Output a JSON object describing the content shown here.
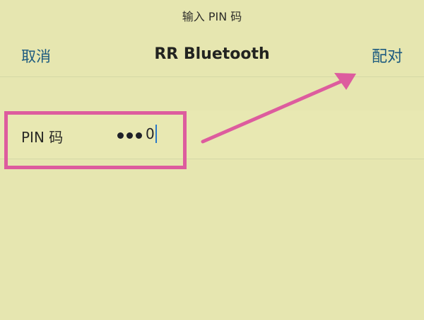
{
  "prompt": {
    "title": "输入 PIN 码"
  },
  "nav": {
    "cancel_label": "取消",
    "title": "RR Bluetooth",
    "pair_label": "配对"
  },
  "pin_field": {
    "label": "PIN 码",
    "masked_count": 3,
    "last_visible_char": "0"
  },
  "colors": {
    "background": "#e6e6b0",
    "link": "#1c5a7f",
    "annotation": "#dd5c9e",
    "caret": "#2a78c8"
  },
  "icons": {
    "annotation_arrow": "arrow-icon"
  }
}
